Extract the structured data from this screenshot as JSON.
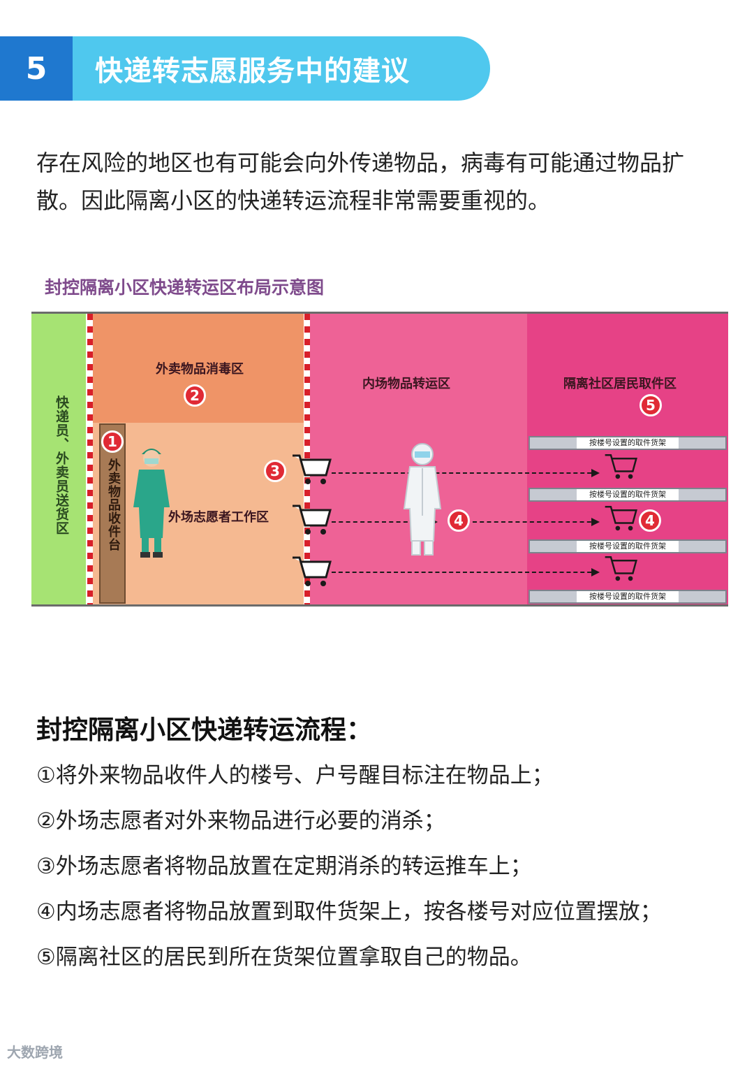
{
  "header": {
    "number": "5",
    "title": "快递转志愿服务中的建议"
  },
  "intro": "存在风险的地区也有可能会向外传递物品，病毒有可能通过物品扩散。因此隔离小区的快递转运流程非常需要重视的。",
  "diagram": {
    "title": "封控隔离小区快递转运区布局示意图",
    "zones": {
      "courier": "快递员、外卖员送货区",
      "receiving_counter": "外卖物品收件台",
      "disinfection": "外卖物品消毒区",
      "outer_volunteer": "外场志愿者工作区",
      "inner_transfer": "内场物品转运区",
      "pickup": "隔离社区居民取件区"
    },
    "badges": {
      "b1": "1",
      "b2": "2",
      "b3": "3",
      "b4a": "4",
      "b4b": "4",
      "b5": "5"
    },
    "shelf_label": "按楼号设置的取件货架",
    "colors": {
      "green": "#a6e373",
      "orange": "#ef9467",
      "light_orange": "#f5b991",
      "pink": "#ee6296",
      "magenta": "#e64286",
      "badge": "#e02a35"
    }
  },
  "process": {
    "title": "封控隔离小区快递转运流程：",
    "steps": [
      "①将外来物品收件人的楼号、户号醒目标注在物品上；",
      "②外场志愿者对外来物品进行必要的消杀；",
      "③外场志愿者将物品放置在定期消杀的转运推车上；",
      "④内场志愿者将物品放置到取件货架上，按各楼号对应位置摆放；",
      "⑤隔离社区的居民到所在货架位置拿取自己的物品。"
    ]
  },
  "watermark": "大数跨境"
}
